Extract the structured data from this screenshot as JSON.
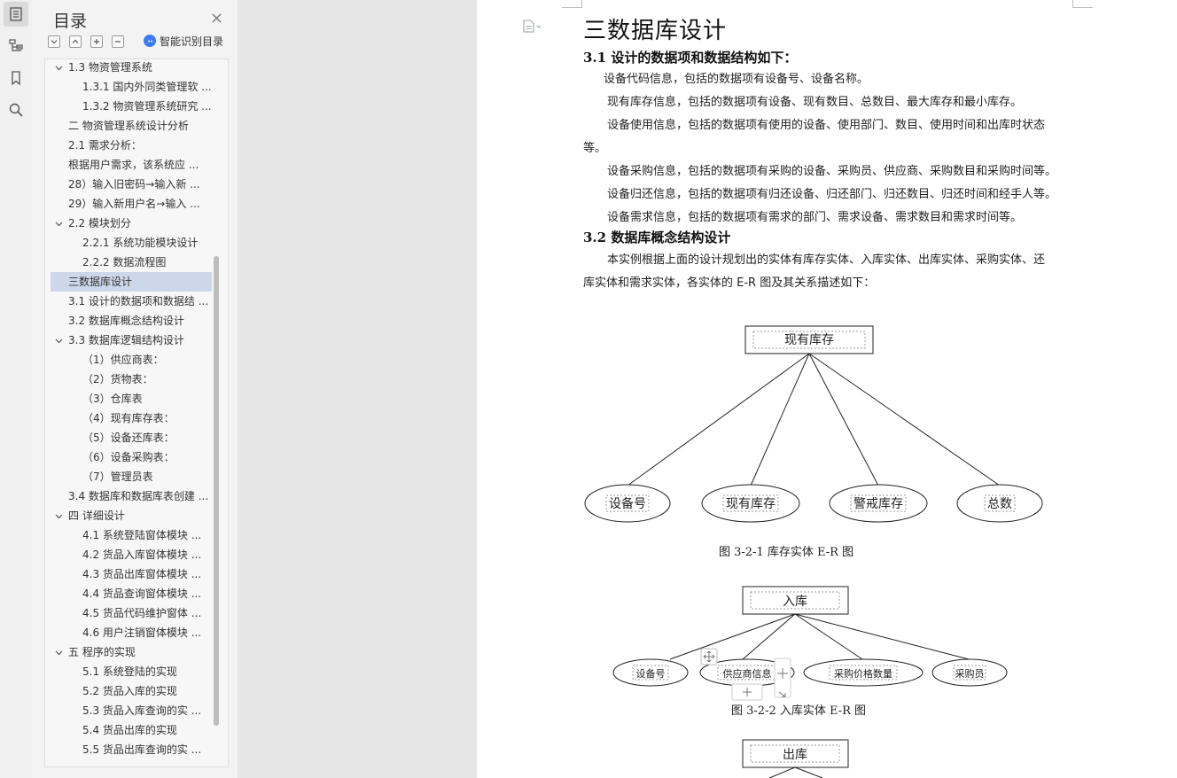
{
  "sidebar": {
    "title": "目录",
    "smart_label": "智能识别目录",
    "items": [
      {
        "label": "1.3 物资管理系统",
        "level": 1,
        "expand": true
      },
      {
        "label": "1.3.1 国内外同类管理软 ...",
        "level": 2
      },
      {
        "label": "1.3.2 物资管理系统研究 ...",
        "level": 2
      },
      {
        "label": "二 物资管理系统设计分析",
        "level": 1
      },
      {
        "label": "2.1  需求分析：",
        "level": 1
      },
      {
        "label": "根据用户需求，该系统应 ...",
        "level": 1
      },
      {
        "label": "28）输入旧密码→输入新 ...",
        "level": 1
      },
      {
        "label": "29）输入新用户名→输入 ...",
        "level": 1
      },
      {
        "label": "2.2 模块划分",
        "level": 1,
        "expand": true
      },
      {
        "label": "2.2.1 系统功能模块设计",
        "level": 2
      },
      {
        "label": "2.2.2 数据流程图",
        "level": 2
      },
      {
        "label": "三数据库设计",
        "level": 1,
        "selected": true
      },
      {
        "label": "3.1 设计的数据项和数据结 ...",
        "level": 1
      },
      {
        "label": "3.2 数据库概念结构设计",
        "level": 1
      },
      {
        "label": "3.3 数据库逻辑结构设计",
        "level": 1,
        "expand": true
      },
      {
        "label": "（1）供应商表：",
        "level": 2
      },
      {
        "label": "（2）货物表：",
        "level": 2
      },
      {
        "label": "（3）仓库表",
        "level": 2
      },
      {
        "label": "（4）现有库存表：",
        "level": 2
      },
      {
        "label": "（5）设备还库表：",
        "level": 2
      },
      {
        "label": "（6）设备采购表：",
        "level": 2
      },
      {
        "label": "（7）管理员表",
        "level": 2
      },
      {
        "label": "3.4  数据库和数据库表创建 ...",
        "level": 1
      },
      {
        "label": "四      详细设计",
        "level": 1,
        "expand": true
      },
      {
        "label": "4.1   系统登陆窗体模块 ...",
        "level": 2
      },
      {
        "label": "4.2   货品入库窗体模块 ...",
        "level": 2
      },
      {
        "label": "4.3  货品出库窗体模块 ...",
        "level": 2
      },
      {
        "label": "4.4  货品查询窗体模块 ...",
        "level": 2
      },
      {
        "label": "4.5  货品代码维护窗体 ...",
        "level": 2
      },
      {
        "label": "4.6 用户注销窗体模块 ...",
        "level": 2
      },
      {
        "label": "五      程序的实现",
        "level": 1,
        "expand": true
      },
      {
        "label": "5.1   系统登陆的实现",
        "level": 2
      },
      {
        "label": "5.2   货品入库的实现",
        "level": 2
      },
      {
        "label": "5.3  货品入库查询的实 ...",
        "level": 2
      },
      {
        "label": "5.4  货品出库的实现",
        "level": 2
      },
      {
        "label": "5.5  货品出库查询的实 ...",
        "level": 2
      }
    ]
  },
  "document": {
    "h1": "三数据库设计",
    "sec31": "3.1 设计的数据项和数据结构如下：",
    "p1": "设备代码信息，包括的数据项有设备号、设备名称。",
    "p2": "现有库存信息，包括的数据项有设备、现有数目、总数目、最大库存和最小库存。",
    "p3a": "设备使用信息，包括的数据项有使用的设备、使用部门、数目、使用时间和出库时状态",
    "p3b": "等。",
    "p4": "设备采购信息，包括的数据项有采购的设备、采购员、供应商、采购数目和采购时间等。",
    "p5": "设备归还信息，包括的数据项有归还设备、归还部门、归还数目、归还时间和经手人等。",
    "p6": "设备需求信息，包括的数据项有需求的部门、需求设备、需求数目和需求时间等。",
    "sec32": "3.2 数据库概念结构设计",
    "p7a": "本实例根据上面的设计规划出的实体有库存实体、入库实体、出库实体、采购实体、还",
    "p7b": "库实体和需求实体，各实体的 E-R 图及其关系描述如下：",
    "er1": {
      "entity": "现有库存",
      "attributes": [
        "设备号",
        "现有库存",
        "警戒库存",
        "总数"
      ],
      "caption": "图 3-2-1      库存实体 E-R 图"
    },
    "er2": {
      "entity": "入库",
      "attributes": [
        "设备号",
        "供应商信息",
        "采购价格数量",
        "采购员"
      ],
      "caption": "图 3-2-2   入库实体 E-R 图"
    },
    "er3": {
      "entity": "出库"
    }
  },
  "colors": {
    "selected": "#cdd7ea",
    "accent": "#3b7cf6"
  }
}
